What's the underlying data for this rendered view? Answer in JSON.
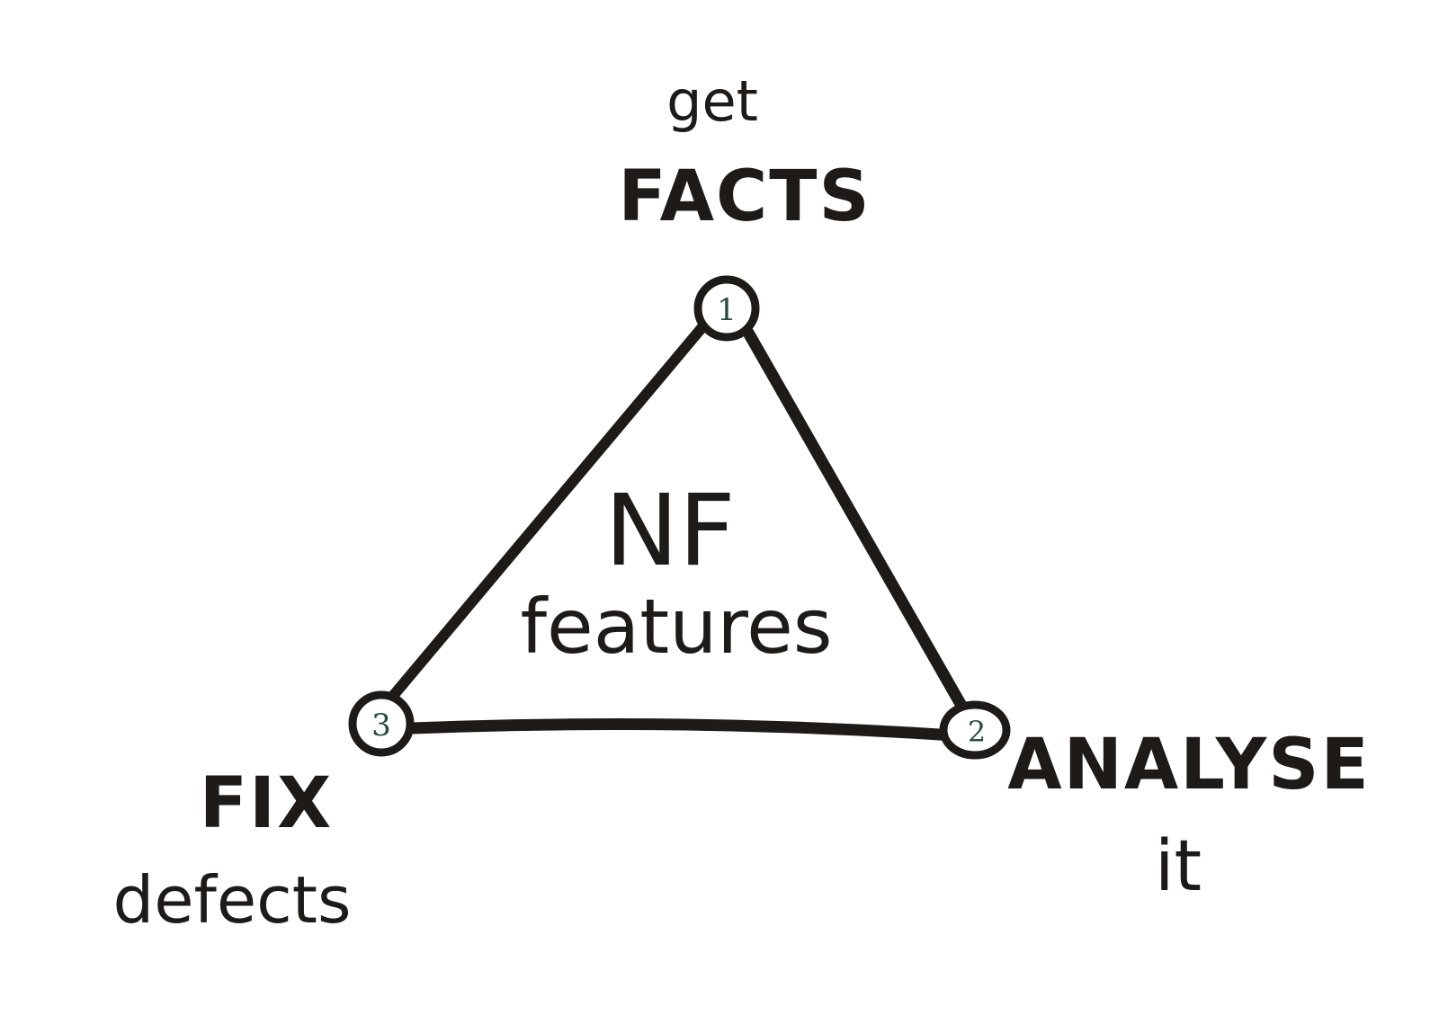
{
  "diagram": {
    "center": {
      "line1": "NF",
      "line2": "features"
    },
    "nodes": [
      {
        "number": "1",
        "top": "get",
        "bottom": "FACTS"
      },
      {
        "number": "2",
        "top": "ANALYSE",
        "bottom": "it"
      },
      {
        "number": "3",
        "top": "FIX",
        "bottom": "defects"
      }
    ],
    "colors": {
      "ink": "#1d1a18",
      "number_ink": "#2a4a3c",
      "background": "#ffffff"
    }
  }
}
